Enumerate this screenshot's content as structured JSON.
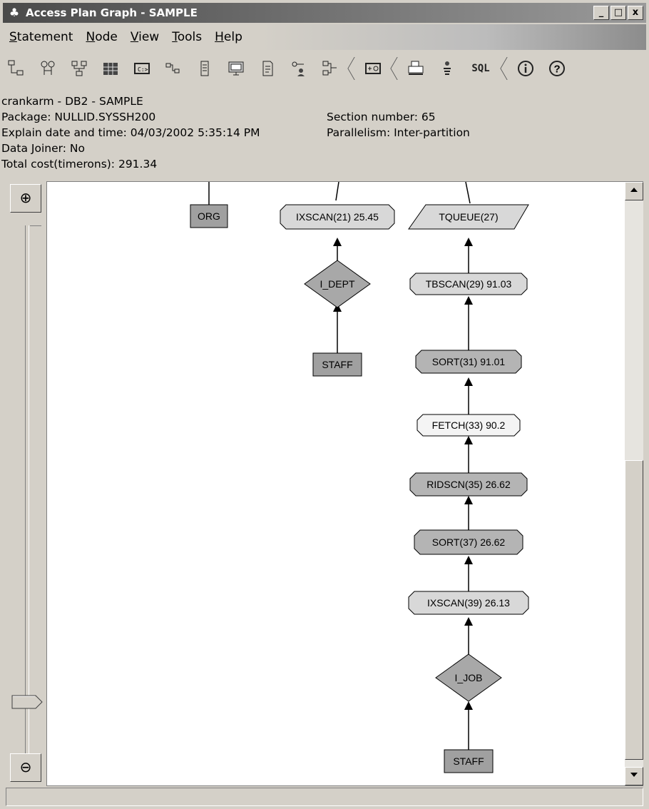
{
  "window": {
    "title": "Access Plan Graph - SAMPLE",
    "controls": [
      "_",
      "□",
      "x"
    ]
  },
  "menu": [
    {
      "label": "Statement",
      "mnemonic": "S",
      "rest": "tatement"
    },
    {
      "label": "Node",
      "mnemonic": "N",
      "rest": "ode"
    },
    {
      "label": "View",
      "mnemonic": "V",
      "rest": "iew"
    },
    {
      "label": "Tools",
      "mnemonic": "T",
      "rest": "ools"
    },
    {
      "label": "Help",
      "mnemonic": "H",
      "rest": "elp"
    }
  ],
  "toolbar": {
    "sql_label": "SQL",
    "buttons": [
      "tree-icon",
      "node-details-icon",
      "expand-icon",
      "statistics-icon",
      "command-icon",
      "graph-icon",
      "list-icon",
      "monitor-icon",
      "document-icon",
      "key-user-icon",
      "connection-icon",
      "settings-icon",
      "print-icon",
      "people-icon",
      "sql-icon",
      "info-icon",
      "help-icon"
    ]
  },
  "info": {
    "connection": "crankarm - DB2 - SAMPLE",
    "package": "Package: NULLID.SYSSH200",
    "explain_date": "Explain date and time: 04/03/2002 5:35:14 PM",
    "data_joiner": "Data Joiner: No",
    "total_cost": "Total cost(timerons): 291.34",
    "section": "Section number: 65",
    "parallelism": "Parallelism: Inter-partition"
  },
  "zoom": {
    "in_label": "⊕",
    "out_label": "⊖",
    "level": 0.12
  },
  "graph": {
    "nodes": [
      {
        "id": "org",
        "label": "ORG",
        "kind": "table"
      },
      {
        "id": "ixscan21",
        "label": "IXSCAN(21) 25.45",
        "kind": "operator"
      },
      {
        "id": "i_dept",
        "label": "I_DEPT",
        "kind": "index"
      },
      {
        "id": "staff1",
        "label": "STAFF",
        "kind": "table"
      },
      {
        "id": "tqueue27",
        "label": "TQUEUE(27)",
        "kind": "queue"
      },
      {
        "id": "tbscan29",
        "label": "TBSCAN(29) 91.03",
        "kind": "operator"
      },
      {
        "id": "sort31",
        "label": "SORT(31) 91.01",
        "kind": "operator-dark"
      },
      {
        "id": "fetch33",
        "label": "FETCH(33) 90.2",
        "kind": "operator-white"
      },
      {
        "id": "ridscn35",
        "label": "RIDSCN(35) 26.62",
        "kind": "operator-dark"
      },
      {
        "id": "sort37",
        "label": "SORT(37) 26.62",
        "kind": "operator-dark"
      },
      {
        "id": "ixscan39",
        "label": "IXSCAN(39) 26.13",
        "kind": "operator"
      },
      {
        "id": "i_job",
        "label": "I_JOB",
        "kind": "index"
      },
      {
        "id": "staff2",
        "label": "STAFF",
        "kind": "table"
      }
    ]
  },
  "colors": {
    "table_fill": "#a0a0a0",
    "operator_fill": "#d8d8d8",
    "operator_dark_fill": "#b4b4b4",
    "operator_white_fill": "#f4f4f4",
    "index_fill": "#a8a8a8"
  }
}
